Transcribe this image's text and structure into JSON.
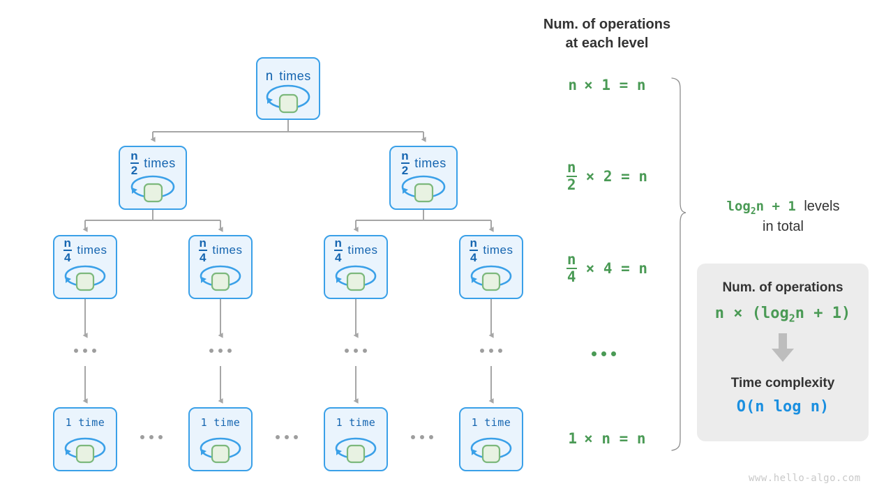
{
  "diagram": {
    "watermark": "www.hello-algo.com",
    "colors": {
      "node_fill": "#eaf4fd",
      "node_border": "#3aa0e8",
      "node_text": "#1565b0",
      "loop_stroke": "#3aa0e8",
      "op_box_fill": "#e8f2e2",
      "op_box_border": "#7cb87c",
      "connector": "#a6a6a6",
      "formula_green": "#4a9a55",
      "heading_dark": "#333333",
      "complexity_blue": "#1a8fe0",
      "summary_bg": "#ececec",
      "watermark_gray": "#c9c9c9"
    },
    "tree": {
      "levels": [
        {
          "level": 1,
          "nodes": [
            {
              "numerator": "n",
              "denominator": "",
              "count_text": "n",
              "unit": "times",
              "icon": "loop-arrow-icon"
            }
          ]
        },
        {
          "level": 2,
          "nodes": [
            {
              "numerator": "n",
              "denominator": "2",
              "count_text": "",
              "unit": "times",
              "icon": "loop-arrow-icon"
            },
            {
              "numerator": "n",
              "denominator": "2",
              "count_text": "",
              "unit": "times",
              "icon": "loop-arrow-icon"
            }
          ]
        },
        {
          "level": 3,
          "nodes": [
            {
              "numerator": "n",
              "denominator": "4",
              "count_text": "",
              "unit": "times",
              "icon": "loop-arrow-icon"
            },
            {
              "numerator": "n",
              "denominator": "4",
              "count_text": "",
              "unit": "times",
              "icon": "loop-arrow-icon"
            },
            {
              "numerator": "n",
              "denominator": "4",
              "count_text": "",
              "unit": "times",
              "icon": "loop-arrow-icon"
            },
            {
              "numerator": "n",
              "denominator": "4",
              "count_text": "",
              "unit": "times",
              "icon": "loop-arrow-icon"
            }
          ]
        },
        {
          "level": 4,
          "ellipsis": "...",
          "nodes": [
            {
              "numerator": "",
              "denominator": "",
              "count_text": "1",
              "unit": "time",
              "icon": "loop-arrow-icon"
            },
            {
              "numerator": "",
              "denominator": "",
              "count_text": "1",
              "unit": "time",
              "icon": "loop-arrow-icon"
            },
            {
              "numerator": "",
              "denominator": "",
              "count_text": "1",
              "unit": "time",
              "icon": "loop-arrow-icon"
            },
            {
              "numerator": "",
              "denominator": "",
              "count_text": "1",
              "unit": "time",
              "icon": "loop-arrow-icon"
            }
          ]
        }
      ]
    },
    "ops_column": {
      "title_line1": "Num. of operations",
      "title_line2": "at each level",
      "rows": [
        {
          "id": "row-1",
          "lhs_num": "n",
          "lhs_den": "",
          "rest": "× 1 = n"
        },
        {
          "id": "row-2",
          "lhs_num": "n",
          "lhs_den": "2",
          "rest": "× 2 = n"
        },
        {
          "id": "row-3",
          "lhs_num": "n",
          "lhs_den": "4",
          "rest": "× 4 = n"
        },
        {
          "id": "row-4",
          "lhs_num": "",
          "lhs_den": "",
          "rest": "..."
        },
        {
          "id": "row-5",
          "lhs_num": "1",
          "lhs_den": "",
          "rest": "× n = n"
        }
      ]
    },
    "levels_note": {
      "formula_prefix": "log",
      "formula_sub": "2",
      "formula_suffix": "n + 1",
      "text_after": " levels",
      "line2": "in total"
    },
    "summary": {
      "title_ops": "Num. of operations",
      "formula_prefix": "n × (log",
      "formula_sub": "2",
      "formula_suffix": "n + 1)",
      "arrow_icon": "down-arrow-icon",
      "title_complexity": "Time complexity",
      "complexity": "O(n log n)"
    }
  }
}
